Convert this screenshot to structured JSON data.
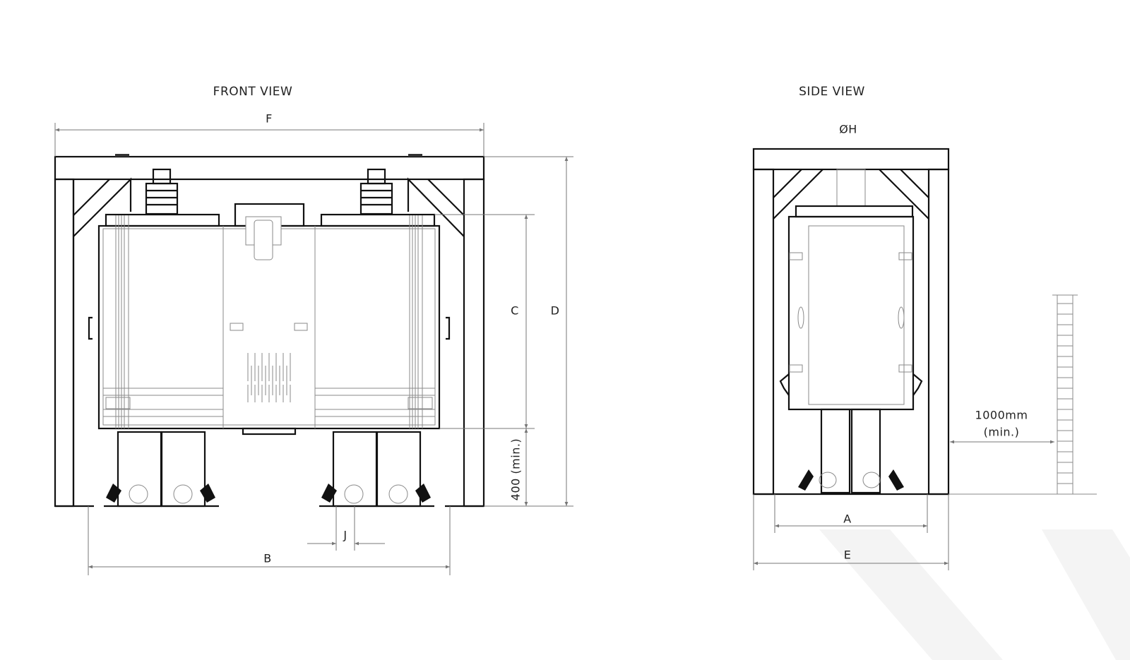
{
  "front_view": {
    "title": "FRONT VIEW",
    "dimensions": {
      "F": "F",
      "D": "D",
      "C": "C",
      "B": "B",
      "J": "J",
      "min_clearance": "400 (min.)"
    }
  },
  "side_view": {
    "title": "SIDE VIEW",
    "dimensions": {
      "H": "ØH",
      "A": "A",
      "E": "E",
      "wall_distance_line1": "1000mm",
      "wall_distance_line2": "(min.)"
    }
  },
  "colors": {
    "line": "#111111",
    "detail": "#8a8a8a",
    "dimension": "#777777"
  }
}
